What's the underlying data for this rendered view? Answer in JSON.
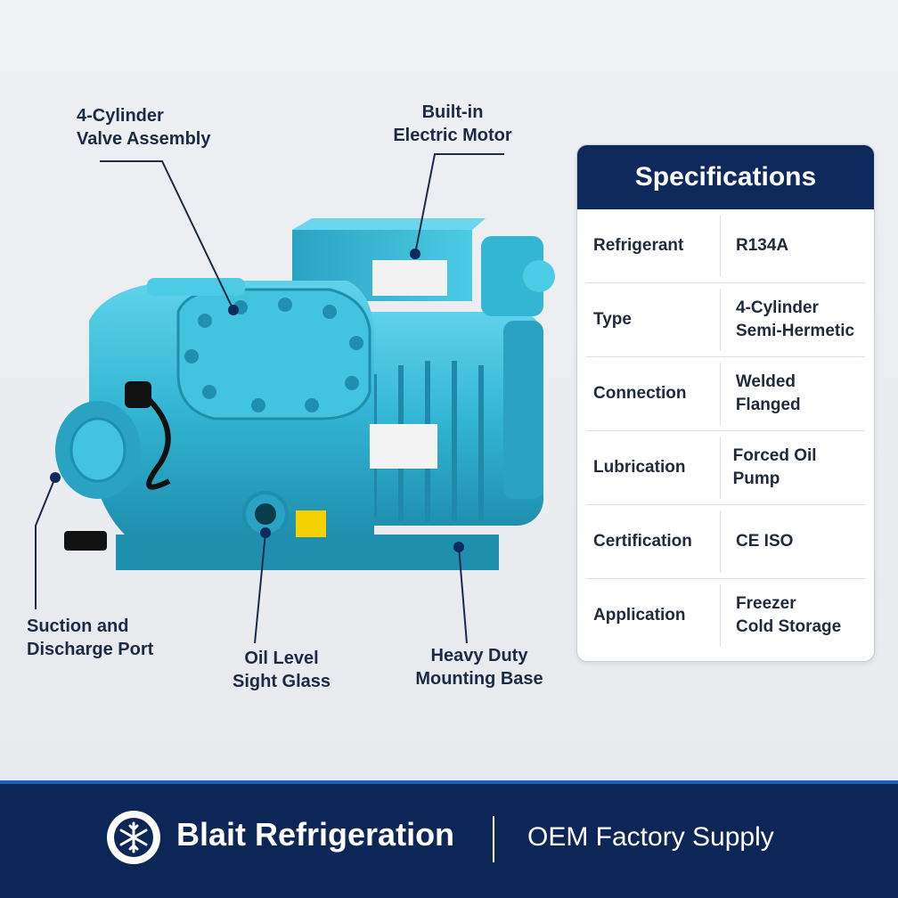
{
  "callouts": {
    "valve": "4-Cylinder\nValve Assembly",
    "motor": "Built-in\nElectric Motor",
    "suction": "Suction and\nDischarge Port",
    "oil": "Oil Level\nSight Glass",
    "base": "Heavy Duty\nMounting Base"
  },
  "specs": {
    "title": "Specifications",
    "rows": [
      {
        "key": "Refrigerant",
        "value": "R134A"
      },
      {
        "key": "Type",
        "value": "4-Cylinder\nSemi-Hermetic"
      },
      {
        "key": "Connection",
        "value": "Welded Flanged"
      },
      {
        "key": "Lubrication",
        "value": "Forced Oil Pump"
      },
      {
        "key": "Certification",
        "value": "CE ISO"
      },
      {
        "key": "Application",
        "value": "Freezer\nCold Storage"
      }
    ]
  },
  "footer": {
    "brand": "Blait Refrigeration",
    "tagline": "OEM Factory Supply",
    "logo_icon": "snowflake-icon"
  },
  "colors": {
    "navy": "#0e2a5c",
    "compressor": "#35b9d6",
    "text": "#1c2a44"
  }
}
